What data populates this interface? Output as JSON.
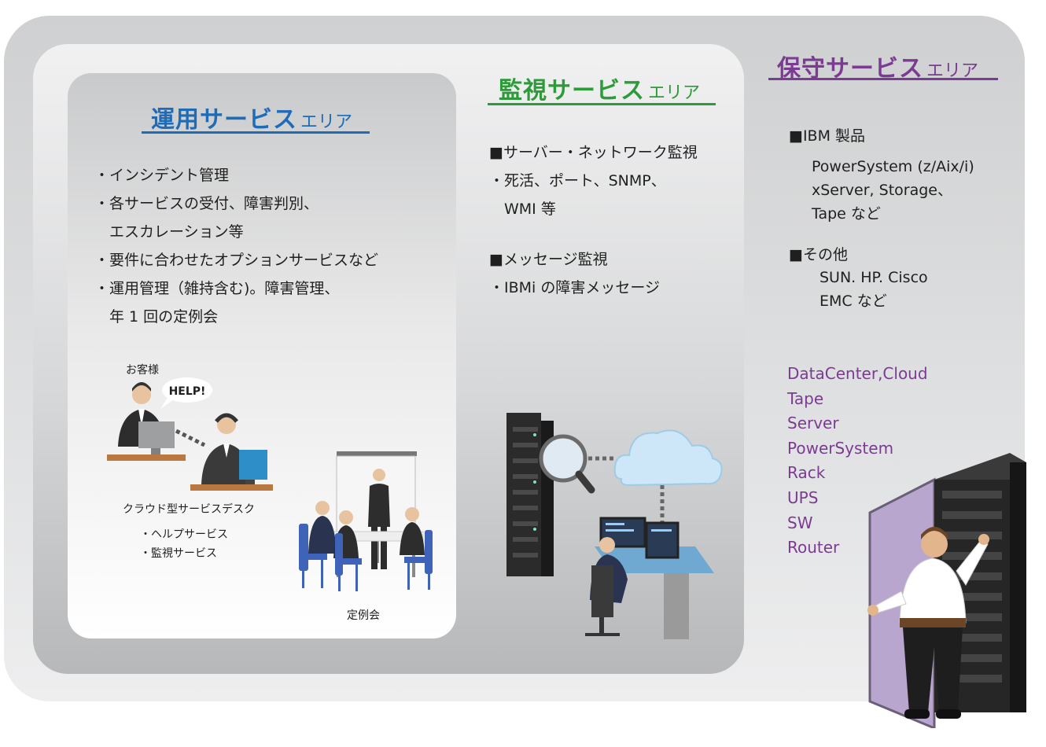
{
  "ops": {
    "title_main": "運用サービス",
    "title_sub": "エリア",
    "color": "#1e6bb8",
    "lines": [
      "・インシデント管理",
      "・各サービスの受付、障害判別、",
      "　エスカレーション等",
      "・要件に合わせたオプションサービスなど",
      "・運用管理（雑持含む)。障害管理、",
      "　年 1 回の定例会"
    ],
    "customer_label": "お客様",
    "help_label": "HELP!",
    "desk_label": "クラウド型サービスデスク",
    "desk_items": [
      "・ヘルプサービス",
      "・監視サービス"
    ],
    "meeting_label": "定例会"
  },
  "monitor": {
    "title_main": "監視サービス",
    "title_sub": "エリア",
    "color": "#2e9b3a",
    "lines": [
      "■サーバー・ネットワーク監視",
      "・死活、ポート、SNMP、",
      "　WMI 等",
      "",
      "■メッセージ監視",
      "・IBMi の障害メッセージ"
    ]
  },
  "maint": {
    "title_main": "保守サービス",
    "title_sub": "エリア",
    "color": "#7b3b92",
    "ibm_heading": "■IBM 製品",
    "ibm_lines": [
      "PowerSystem (z/Aix/i)",
      "xServer, Storage、",
      "Tape など"
    ],
    "other_heading": "■その他",
    "other_lines": [
      "SUN. HP. Cisco",
      "EMC など"
    ],
    "list": [
      "DataCenter,Cloud",
      "Tape",
      "Server",
      "PowerSystem",
      "Rack",
      "UPS",
      "SW",
      "Router"
    ]
  }
}
